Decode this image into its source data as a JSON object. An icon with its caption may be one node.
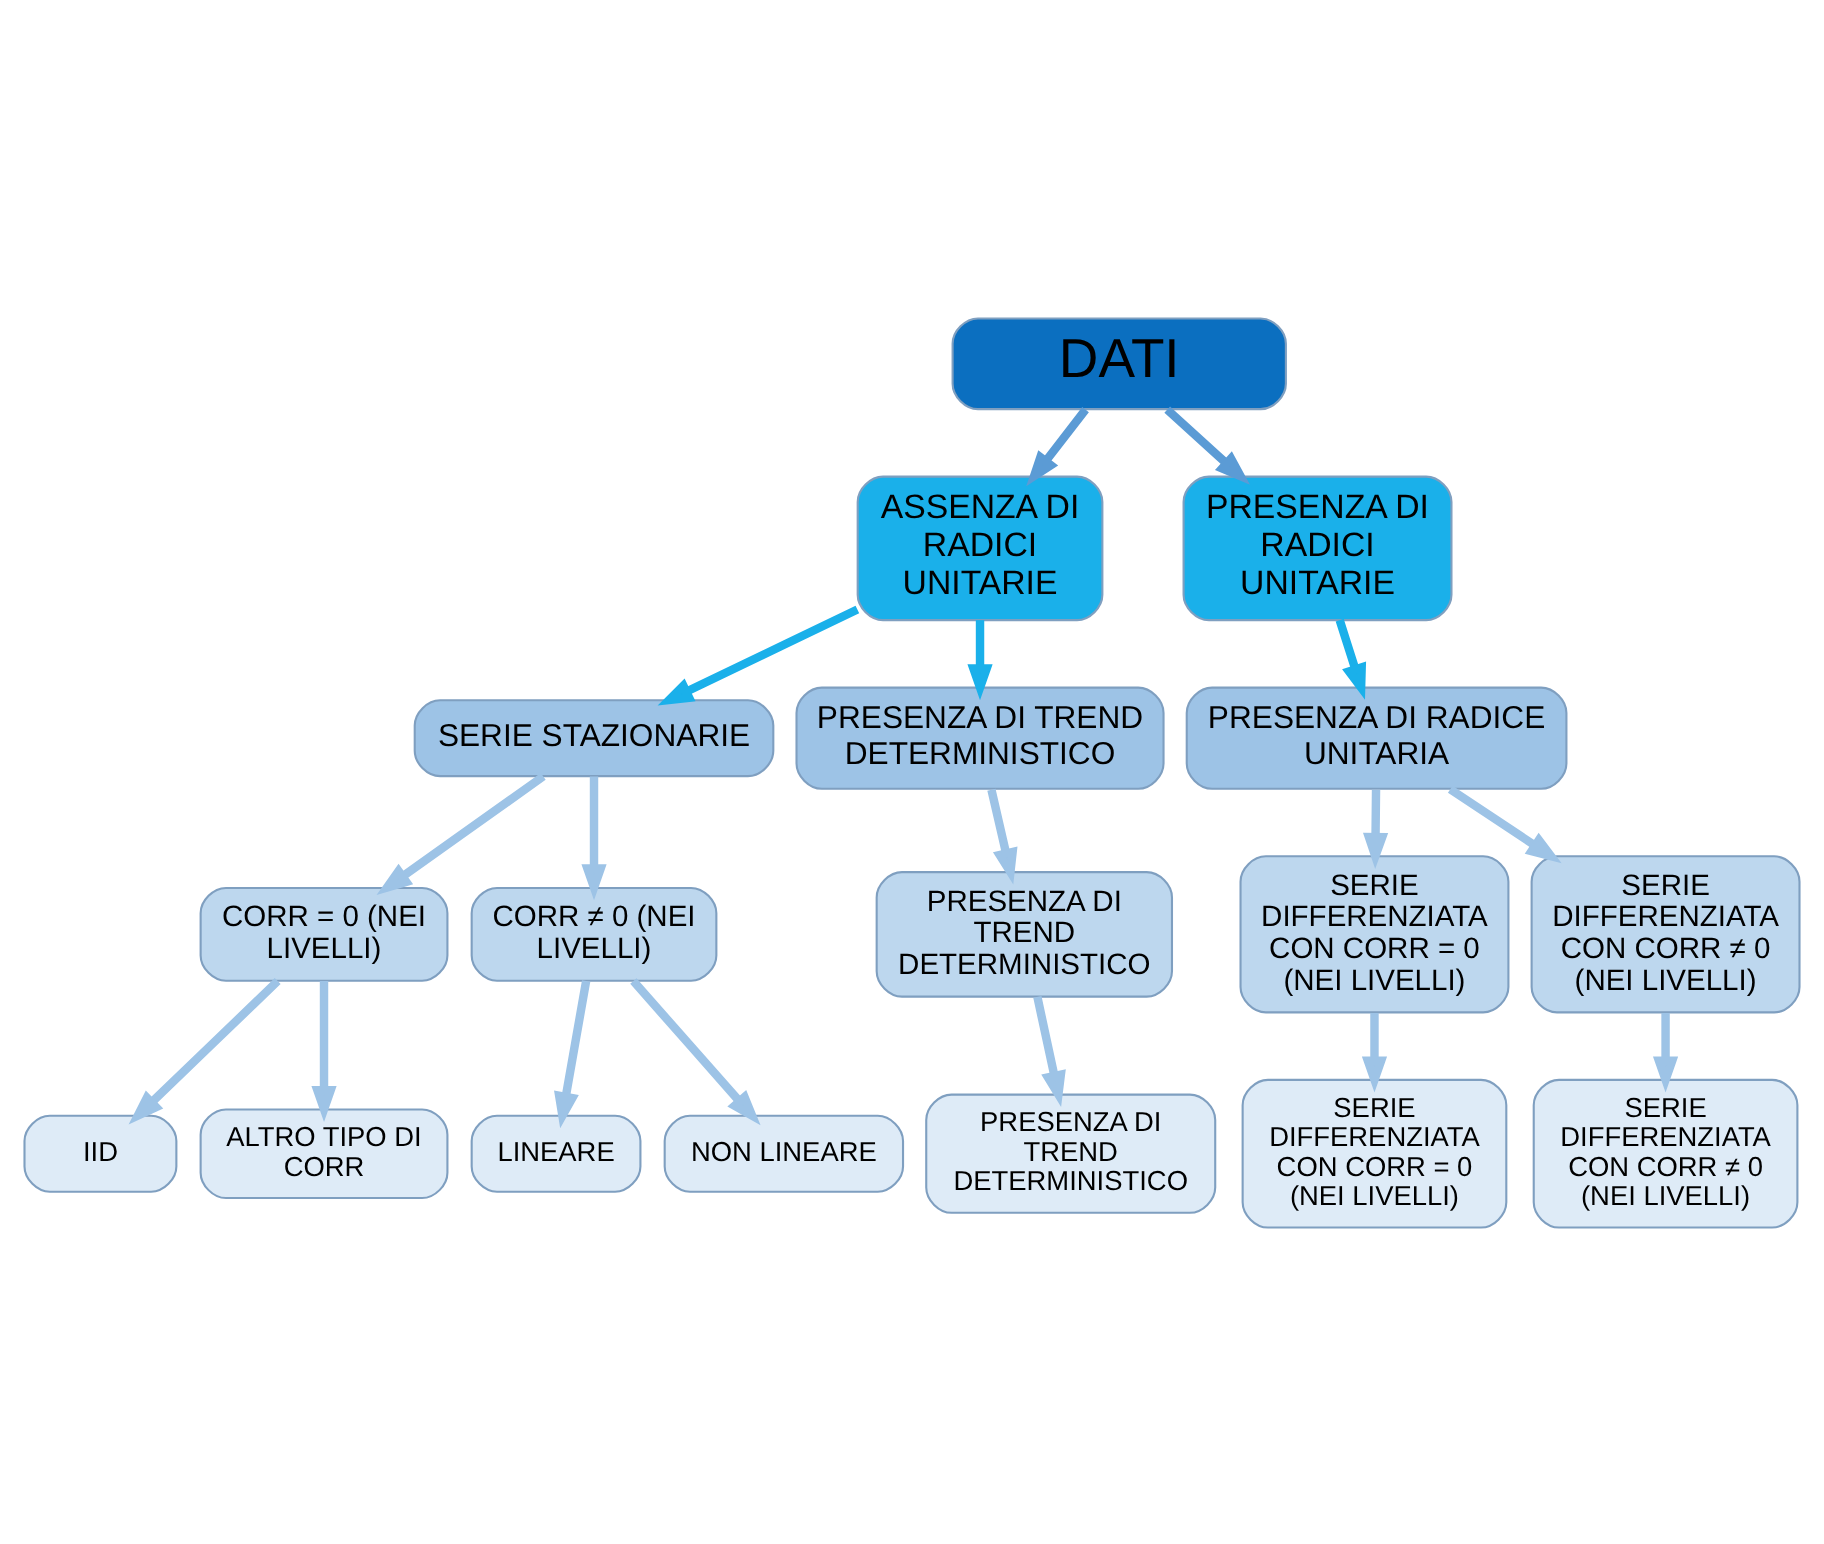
{
  "diagram": {
    "nodes": [
      {
        "text": [
          "DATI"
        ]
      },
      {
        "text": [
          "ASSENZA DI RADICI UNITARIE"
        ]
      },
      {
        "text": [
          "PRESENZA DI RADICI UNITARIE"
        ]
      },
      {
        "text": [
          "SERIE STAZIONARIE"
        ]
      },
      {
        "text": [
          "PRESENZA DI TREND DETERMINISTICO"
        ]
      },
      {
        "text": [
          "PRESENZA DI RADICE UNITARIA"
        ]
      },
      {
        "text": [
          "CORR = 0 (NEI LIVELLI)"
        ]
      },
      {
        "text": [
          "CORR ≠ 0 (NEI LIVELLI)"
        ]
      },
      {
        "text": [
          "PRESENZA DI TREND DETERMINISTICO"
        ]
      },
      {
        "text": [
          "SERIE DIFFERENZIATA CON CORR = 0 (NEI LIVELLI)"
        ]
      },
      {
        "text": [
          "SERIE DIFFERENZIATA CON CORR ≠ 0 (NEI LIVELLI)"
        ]
      },
      {
        "text": [
          "IID"
        ]
      },
      {
        "text": [
          "ALTRO TIPO DI CORR"
        ]
      },
      {
        "text": [
          "LINEARE"
        ]
      },
      {
        "text": [
          "NON LINEARE"
        ]
      },
      {
        "text": [
          "PRESENZA DI TREND DETERMINISTICO"
        ]
      },
      {
        "text": [
          "SERIE DIFFERENZIATA CON CORR = 0 (NEI LIVELLI)"
        ]
      },
      {
        "text": [
          "SERIE DIFFERENZIATA CON CORR ≠ 0 (NEI LIVELLI)"
        ]
      }
    ],
    "edges": [
      {
        "from": 0,
        "to": 1,
        "arrow": "to",
        "color": "#5b9bd5"
      },
      {
        "from": 0,
        "to": 2,
        "arrow": "to",
        "color": "#5b9bd5"
      },
      {
        "from": 1,
        "to": 3,
        "arrow": "to",
        "color": "#1ab0ea"
      },
      {
        "from": 1,
        "to": 4,
        "arrow": "to",
        "color": "#1ab0ea"
      },
      {
        "from": 2,
        "to": 5,
        "arrow": "to",
        "color": "#1ab0ea"
      },
      {
        "from": 3,
        "to": 6,
        "arrow": "to"
      },
      {
        "from": 3,
        "to": 7,
        "arrow": "to"
      },
      {
        "from": 4,
        "to": 8,
        "arrow": "to"
      },
      {
        "from": 5,
        "to": 9,
        "arrow": "to"
      },
      {
        "from": 5,
        "to": 10,
        "arrow": "to"
      },
      {
        "from": 6,
        "to": 11,
        "arrow": "to"
      },
      {
        "from": 6,
        "to": 12,
        "arrow": "to"
      },
      {
        "from": 7,
        "to": 13,
        "arrow": "to"
      },
      {
        "from": 7,
        "to": 14,
        "arrow": "to"
      },
      {
        "from": 8,
        "to": 15,
        "arrow": "to"
      },
      {
        "from": 9,
        "to": 16,
        "arrow": "to"
      },
      {
        "from": 10,
        "to": 17,
        "arrow": "to"
      }
    ]
  }
}
